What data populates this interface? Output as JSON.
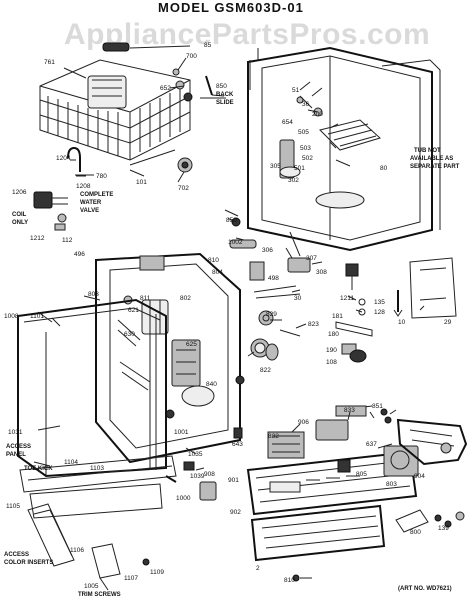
{
  "title": "MODEL  GSM603D-01",
  "watermark": "AppliancePartsPros.com",
  "notes": {
    "tub_note": [
      "TUB NOT",
      "AVAILABLE AS",
      "SEPARATE PART"
    ],
    "back_slide": [
      "BACK",
      "SLIDE"
    ],
    "water_valve": [
      "COMPLETE",
      "WATER",
      "VALVE"
    ],
    "coil_only": [
      "COIL",
      "ONLY"
    ],
    "toe_kick": [
      "ACCESS",
      "PANEL"
    ],
    "color_inserts": [
      "ACCESS",
      "COLOR INSERTS"
    ],
    "trim_screws": "TRIM SCREWS",
    "art_no": "(ART NO. WD7621)",
    "toe_kick_label": "TOE KICK"
  },
  "callouts": [
    {
      "id": "c-761",
      "text": "761"
    },
    {
      "id": "c-85",
      "text": "85"
    },
    {
      "id": "c-700",
      "text": "700"
    },
    {
      "id": "c-652",
      "text": "652"
    },
    {
      "id": "c-850",
      "text": "850"
    },
    {
      "id": "c-51",
      "text": "51"
    },
    {
      "id": "c-36",
      "text": "36"
    },
    {
      "id": "c-200",
      "text": "200"
    },
    {
      "id": "c-654",
      "text": "654"
    },
    {
      "id": "c-505",
      "text": "505"
    },
    {
      "id": "c-503",
      "text": "503"
    },
    {
      "id": "c-502",
      "text": "502"
    },
    {
      "id": "c-501",
      "text": "501"
    },
    {
      "id": "c-302",
      "text": "302"
    },
    {
      "id": "c-305",
      "text": "305"
    },
    {
      "id": "c-80",
      "text": "80"
    },
    {
      "id": "c-1204",
      "text": "1204"
    },
    {
      "id": "c-780",
      "text": "780"
    },
    {
      "id": "c-101",
      "text": "101"
    },
    {
      "id": "c-702",
      "text": "702"
    },
    {
      "id": "c-1208",
      "text": "1208"
    },
    {
      "id": "c-1206",
      "text": "1206"
    },
    {
      "id": "c-1212",
      "text": "1212"
    },
    {
      "id": "c-112",
      "text": "112"
    },
    {
      "id": "c-496",
      "text": "496"
    },
    {
      "id": "c-850b",
      "text": "850"
    },
    {
      "id": "c-1002",
      "text": "1002"
    },
    {
      "id": "c-306",
      "text": "306"
    },
    {
      "id": "c-307",
      "text": "307"
    },
    {
      "id": "c-810",
      "text": "810"
    },
    {
      "id": "c-804",
      "text": "804"
    },
    {
      "id": "c-498",
      "text": "498"
    },
    {
      "id": "c-308",
      "text": "308"
    },
    {
      "id": "c-1211",
      "text": "1211"
    },
    {
      "id": "c-135",
      "text": "135"
    },
    {
      "id": "c-128",
      "text": "128"
    },
    {
      "id": "c-10",
      "text": "10"
    },
    {
      "id": "c-29",
      "text": "29"
    },
    {
      "id": "c-30",
      "text": "30"
    },
    {
      "id": "c-803",
      "text": "803"
    },
    {
      "id": "c-1008",
      "text": "1008"
    },
    {
      "id": "c-1101",
      "text": "1101"
    },
    {
      "id": "c-811",
      "text": "811"
    },
    {
      "id": "c-802",
      "text": "802"
    },
    {
      "id": "c-630",
      "text": "630"
    },
    {
      "id": "c-621",
      "text": "621"
    },
    {
      "id": "c-829",
      "text": "829"
    },
    {
      "id": "c-823",
      "text": "823"
    },
    {
      "id": "c-180",
      "text": "180"
    },
    {
      "id": "c-181",
      "text": "181"
    },
    {
      "id": "c-190",
      "text": "190"
    },
    {
      "id": "c-108",
      "text": "108"
    },
    {
      "id": "c-822",
      "text": "822"
    },
    {
      "id": "c-625",
      "text": "625"
    },
    {
      "id": "c-840",
      "text": "840"
    },
    {
      "id": "c-1035",
      "text": "1035"
    },
    {
      "id": "c-1103",
      "text": "1103"
    },
    {
      "id": "c-1039",
      "text": "1039"
    },
    {
      "id": "c-1104",
      "text": "1104"
    },
    {
      "id": "c-1105",
      "text": "1105"
    },
    {
      "id": "c-908",
      "text": "908"
    },
    {
      "id": "c-1001",
      "text": "1001"
    },
    {
      "id": "c-1000",
      "text": "1000"
    },
    {
      "id": "c-1031",
      "text": "1031"
    },
    {
      "id": "c-643",
      "text": "643"
    },
    {
      "id": "c-833",
      "text": "833"
    },
    {
      "id": "c-851",
      "text": "851"
    },
    {
      "id": "c-906",
      "text": "906"
    },
    {
      "id": "c-832",
      "text": "832"
    },
    {
      "id": "c-637",
      "text": "637"
    },
    {
      "id": "c-901",
      "text": "901"
    },
    {
      "id": "c-902",
      "text": "902"
    },
    {
      "id": "c-904",
      "text": "904"
    },
    {
      "id": "c-805",
      "text": "805"
    },
    {
      "id": "c-803b",
      "text": "803"
    },
    {
      "id": "c-800",
      "text": "800"
    },
    {
      "id": "c-139",
      "text": "139"
    },
    {
      "id": "c-1106",
      "text": "1106"
    },
    {
      "id": "c-1107",
      "text": "1107"
    },
    {
      "id": "c-1109",
      "text": "1109"
    },
    {
      "id": "c-1005",
      "text": "1005"
    },
    {
      "id": "c-810b",
      "text": "810"
    },
    {
      "id": "c-2",
      "text": "2"
    }
  ]
}
